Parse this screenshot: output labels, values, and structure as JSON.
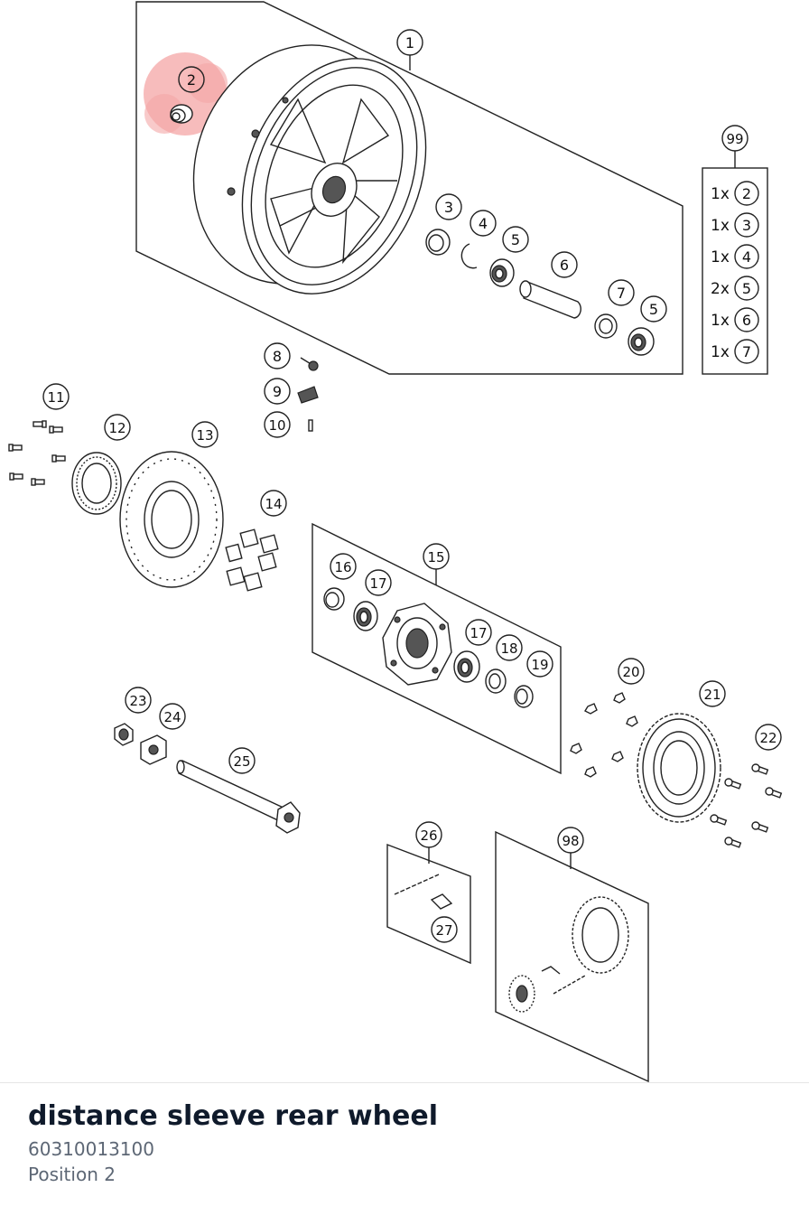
{
  "part": {
    "title": "distance sleeve rear wheel",
    "number": "60310013100",
    "position": "Position 2"
  },
  "callouts": [
    "1",
    "2",
    "3",
    "4",
    "5",
    "6",
    "7",
    "5",
    "99",
    "8",
    "9",
    "10",
    "11",
    "12",
    "13",
    "14",
    "15",
    "16",
    "17",
    "17",
    "18",
    "19",
    "20",
    "21",
    "22",
    "23",
    "24",
    "25",
    "26",
    "27",
    "98"
  ],
  "kit": {
    "rows": [
      {
        "qty": "1x",
        "ref": "2"
      },
      {
        "qty": "1x",
        "ref": "3"
      },
      {
        "qty": "1x",
        "ref": "4"
      },
      {
        "qty": "2x",
        "ref": "5"
      },
      {
        "qty": "1x",
        "ref": "6"
      },
      {
        "qty": "1x",
        "ref": "7"
      }
    ]
  },
  "colors": {
    "highlight": "#f4a6a6",
    "line": "#222222",
    "title": "#0f1a2b",
    "subtext": "#5d6775"
  }
}
